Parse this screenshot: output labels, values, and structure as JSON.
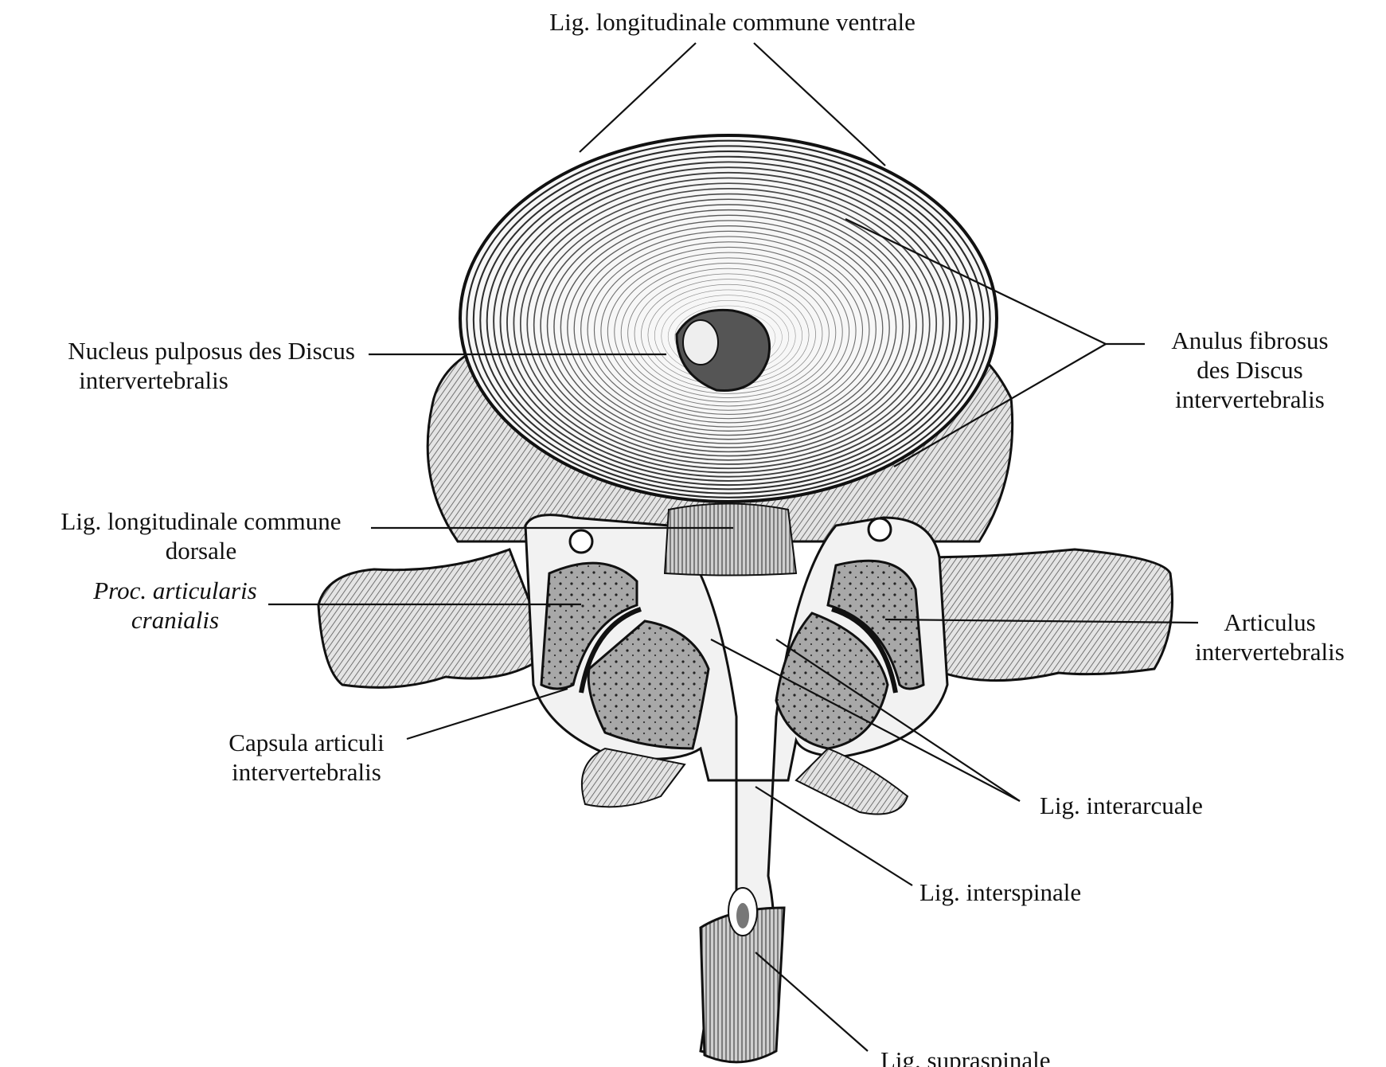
{
  "labels": {
    "lig_long_ventrale": "Lig. longitudinale commune ventrale",
    "nucleus_1": "Nucleus pulposus des Discus",
    "nucleus_2": "intervertebralis",
    "anulus_1": "Anulus fibrosus",
    "anulus_2": "des Discus",
    "anulus_3": "intervertebralis",
    "lig_long_dorsale_1": "Lig. longitudinale commune",
    "lig_long_dorsale_2": "dorsale",
    "proc_art_1": "Proc. articularis",
    "proc_art_2": "cranialis",
    "articulus_1": "Articulus",
    "articulus_2": "intervertebralis",
    "capsula_1": "Capsula articuli",
    "capsula_2": "intervertebralis",
    "lig_interarcuale": "Lig. interarcuale",
    "lig_interspinale": "Lig. interspinale",
    "lig_supraspinale": "Lig. supraspinale"
  },
  "colors": {
    "ink": "#111111",
    "bone": "#d8d8d8",
    "cancellous": "#9a9a9a",
    "paper": "#ffffff"
  }
}
